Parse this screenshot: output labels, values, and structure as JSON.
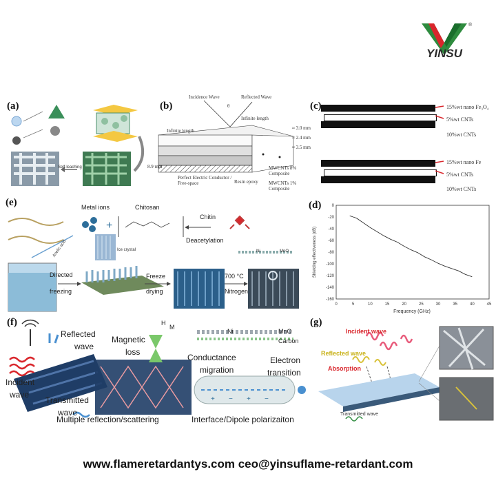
{
  "brand": {
    "name": "YINSU",
    "registered": "®"
  },
  "footer": {
    "contact": "www.flameretardantys.com ceo@yinsuflame-retardant.com"
  },
  "panel_a": {
    "label": "(a)",
    "bottom_label": "Self-leaching"
  },
  "panel_b": {
    "label": "(b)",
    "incident": "Incidence Wave",
    "reflected": "Reflected Wave",
    "theta": "θ",
    "infinite_top": "Infinite length",
    "infinite_left": "Infinite length",
    "t1": "≈ 3.0 mm",
    "t2": "≈ 2.4 mm",
    "t3": "≈ 3.5 mm",
    "total": "8.9 mm",
    "pec": "Perfect Electric Conductor / Free-space",
    "resin": "Resin epoxy",
    "mw8": "MWCNTs 8% Composite",
    "mw1": "MWCNTs 1% Composite"
  },
  "panel_c": {
    "label": "(c)",
    "group1": [
      "15%wt nano Fe₃O₄",
      "5%wt CNTs",
      "10%wt CNTs"
    ],
    "group2": [
      "15%wt nano Fe",
      "5%wt CNTs",
      "10%wt CNTs"
    ]
  },
  "panel_d": {
    "label": "(d)",
    "ylabel": "Shielding effectiveness (dB)",
    "xlabel": "Frequency (GHz)",
    "yticks": [
      "0",
      "-20",
      "-40",
      "-60",
      "-80",
      "-100",
      "-120",
      "-140",
      "-160"
    ],
    "xticks": [
      "0",
      "5",
      "10",
      "15",
      "20",
      "25",
      "30",
      "35",
      "40",
      "45"
    ]
  },
  "chart_data": {
    "type": "line",
    "xlabel": "Frequency (GHz)",
    "ylabel": "Shielding effectiveness (dB)",
    "xlim": [
      0,
      45
    ],
    "ylim": [
      -160,
      0
    ],
    "grid": false,
    "x": [
      4,
      5,
      6,
      8,
      10,
      12,
      14,
      16,
      18,
      20,
      22,
      24,
      26,
      28,
      30,
      32,
      34,
      36,
      38,
      40
    ],
    "y": [
      -18,
      -20,
      -22,
      -30,
      -38,
      -45,
      -52,
      -58,
      -63,
      -70,
      -76,
      -81,
      -88,
      -93,
      -99,
      -104,
      -108,
      -112,
      -118,
      -122
    ]
  },
  "panel_e": {
    "label": "(e)",
    "metal_ions": "Metal ions",
    "chitosan": "Chitosan",
    "chitin": "Chitin",
    "deacetylation": "Deacetylation",
    "acetic_acid": "Acetic acid",
    "ice_crystal": "Ice crystal",
    "directed": "Directed",
    "freezing": "freezing",
    "freeze": "Freeze",
    "drying": "drying",
    "temp": "700 °C",
    "nitrogen": "Nitrogen",
    "ni": "Ni",
    "mno": "MnO"
  },
  "panel_f": {
    "label": "(f)",
    "reflected": "Reflected",
    "wave1": "wave",
    "incident": "Incident",
    "wave2": "wave",
    "transmitted": "Transmitted",
    "wave3": "wave",
    "magnetic": "Magnetic",
    "loss": "loss",
    "hm": "H",
    "mm": "M",
    "ni": "Ni",
    "mno": "MnO",
    "carbon": "Carbon",
    "conductance": "Conductance",
    "migration": "migration",
    "electron": "Electron",
    "transition": "transition",
    "multiple": "Multiple reflection/scattering",
    "interface": "Interface/Dipole polarizaiton"
  },
  "panel_g": {
    "label": "(g)",
    "incident": "Incident wave",
    "reflected": "Reflected wave",
    "absorption": "Absorption",
    "transmitted": "Transmitted wave"
  },
  "colors": {
    "accent_red": "#d9262c",
    "accent_green": "#2e8b3e",
    "wave_pink": "#e85a7a",
    "wave_yellow": "#d9c23a",
    "blue_dark": "#1f3d66",
    "sky": "#aecbe8"
  }
}
